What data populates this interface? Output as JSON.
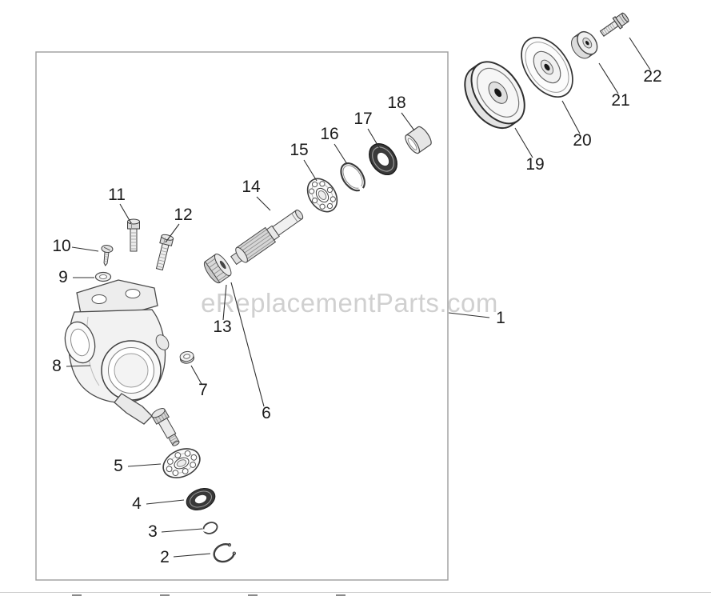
{
  "watermark": {
    "text": "eReplacementParts.com",
    "color": "#cbcbcb"
  },
  "diagram": {
    "parts": [
      {
        "number": "1"
      },
      {
        "number": "2"
      },
      {
        "number": "3"
      },
      {
        "number": "4"
      },
      {
        "number": "5"
      },
      {
        "number": "6"
      },
      {
        "number": "7"
      },
      {
        "number": "8"
      },
      {
        "number": "9"
      },
      {
        "number": "10"
      },
      {
        "number": "11"
      },
      {
        "number": "12"
      },
      {
        "number": "13"
      },
      {
        "number": "14"
      },
      {
        "number": "15"
      },
      {
        "number": "16"
      },
      {
        "number": "17"
      },
      {
        "number": "18"
      },
      {
        "number": "19"
      },
      {
        "number": "20"
      },
      {
        "number": "21"
      },
      {
        "number": "22"
      }
    ]
  }
}
